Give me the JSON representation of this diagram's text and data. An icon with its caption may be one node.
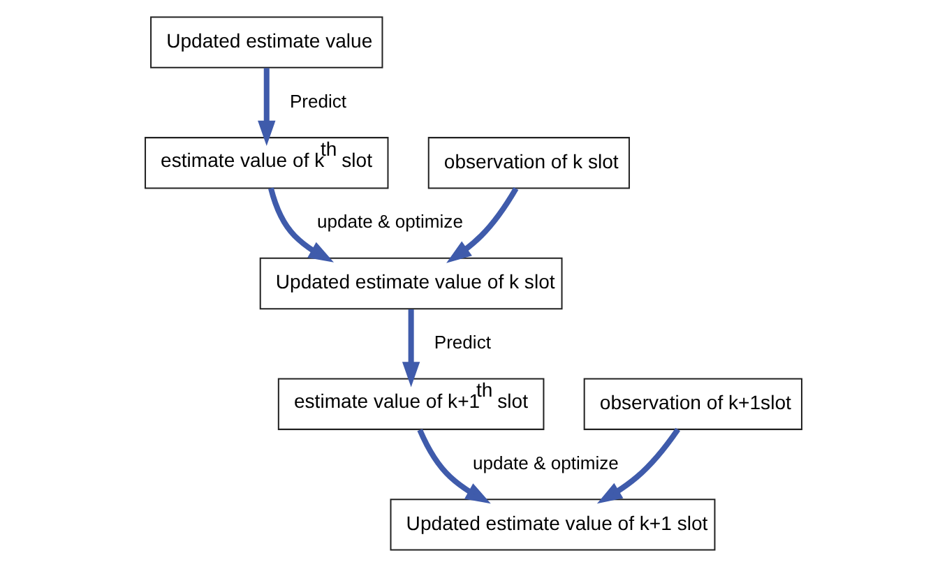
{
  "diagram": {
    "nodes": [
      {
        "text": [
          "Updated estimate value"
        ]
      },
      {
        "text": [
          "estimate value of k$^{th}$ slot"
        ]
      },
      {
        "text": [
          "observation of k slot"
        ]
      },
      {
        "text": [
          "Updated estimate value of k slot"
        ]
      },
      {
        "text": [
          "estimate value of k+1$^{th}$ slot"
        ]
      },
      {
        "text": [
          "observation of k+1slot"
        ]
      },
      {
        "text": [
          "Updated estimate value of k+1 slot"
        ]
      }
    ],
    "edges": [
      {
        "from": 0,
        "to": 1,
        "arrow": "to",
        "label": "Predict"
      },
      {
        "from": 1,
        "to": 3,
        "arrow": "to",
        "label": "update & optimize"
      },
      {
        "from": 2,
        "to": 3,
        "arrow": "to"
      },
      {
        "from": 3,
        "to": 4,
        "arrow": "to",
        "label": "Predict"
      },
      {
        "from": 4,
        "to": 6,
        "arrow": "to",
        "label": "update & optimize"
      },
      {
        "from": 5,
        "to": 6,
        "arrow": "to"
      }
    ]
  }
}
